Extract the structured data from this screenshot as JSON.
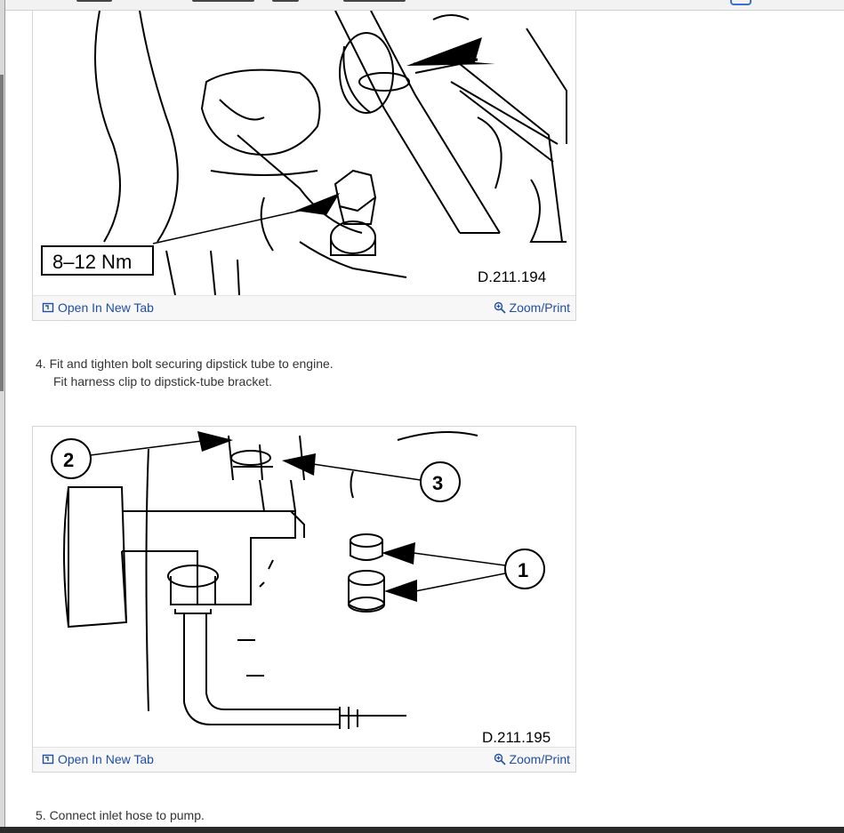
{
  "figures": [
    {
      "torque_label": "8–12 Nm",
      "figure_code": "D.211.194",
      "open_new_tab": "Open In New Tab",
      "zoom_print": "Zoom/Print"
    },
    {
      "callouts": [
        "2",
        "3",
        "1"
      ],
      "figure_code": "D.211.195",
      "open_new_tab": "Open In New Tab",
      "zoom_print": "Zoom/Print"
    }
  ],
  "steps": {
    "step4_line1": "4. Fit and tighten bolt securing dipstick tube to engine.",
    "step4_line2": "Fit harness clip to dipstick-tube bracket.",
    "step5_line1": "5. Connect inlet hose to pump."
  },
  "colors": {
    "link": "#1f4ea3",
    "text": "#333333",
    "footer_bg": "#f7f7f7"
  }
}
